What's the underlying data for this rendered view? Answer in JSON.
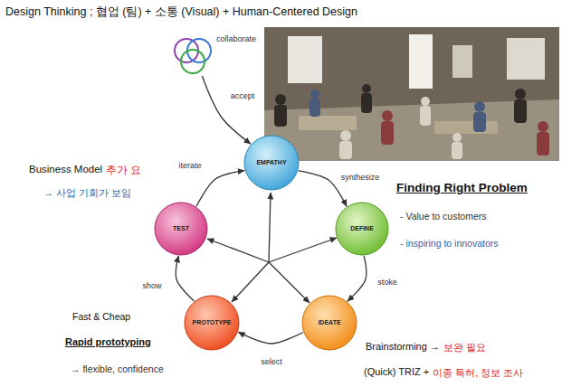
{
  "diagram": {
    "title": "Design Thinking ; 협업 (팀) + 소통 (Visual) + Human-Centered Design",
    "nodes": [
      {
        "text": [
          "collaborate"
        ]
      },
      {
        "text": [
          "EMPATHY"
        ]
      },
      {
        "text": [
          "DEFINE"
        ]
      },
      {
        "text": [
          "IDEATE"
        ]
      },
      {
        "text": [
          "PROTOTYPE"
        ]
      },
      {
        "text": [
          "TEST"
        ]
      }
    ],
    "edges": [
      {
        "from": 0,
        "to": 1,
        "arrow": "to",
        "label": "accept"
      },
      {
        "from": 1,
        "to": 2,
        "arrow": "to",
        "label": "synthesize"
      },
      {
        "from": 2,
        "to": 3,
        "arrow": "to",
        "label": "stoke"
      },
      {
        "from": 3,
        "to": 4,
        "arrow": "to",
        "label": "select"
      },
      {
        "from": 4,
        "to": 5,
        "arrow": "to",
        "label": "show"
      },
      {
        "from": 5,
        "to": 1,
        "arrow": "to",
        "label": "iterate"
      }
    ],
    "labels": [
      "Business Model",
      "추가 요",
      "→ 사업 기회가 보임",
      "Finding Right Problem",
      "- Value to customers",
      "- inspiring to innovators",
      "Fast & Cheap",
      "Rapid prototyping",
      "→ flexible,  confidence",
      "Brainstorming →",
      "보완 필요",
      "(Quick) TRIZ +",
      "이종 특허, 정보 조사"
    ]
  }
}
